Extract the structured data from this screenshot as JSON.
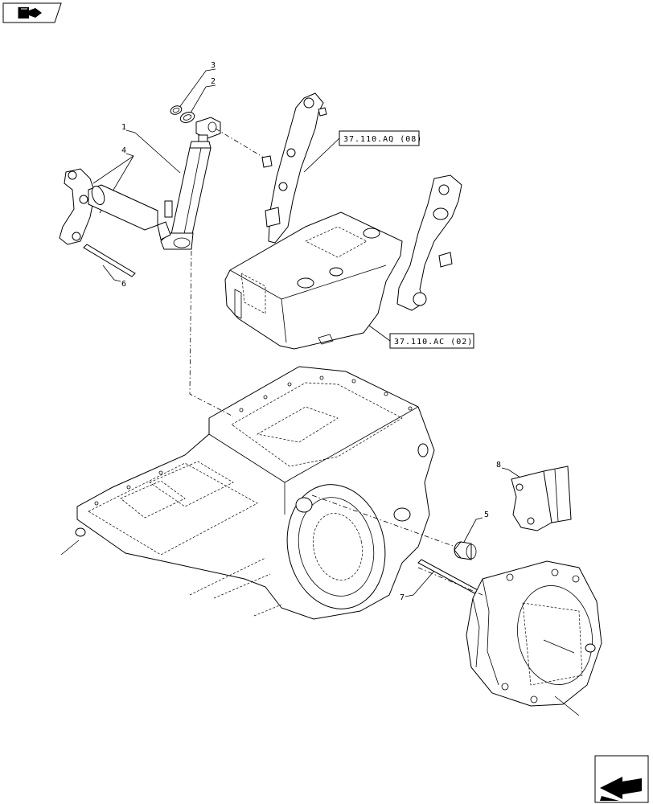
{
  "diagram": {
    "callouts": [
      {
        "id": "c1",
        "text": "1"
      },
      {
        "id": "c2",
        "text": "2"
      },
      {
        "id": "c3",
        "text": "3"
      },
      {
        "id": "c4",
        "text": "4"
      },
      {
        "id": "c5",
        "text": "5"
      },
      {
        "id": "c6",
        "text": "6"
      },
      {
        "id": "c7",
        "text": "7"
      },
      {
        "id": "c8",
        "text": "8"
      }
    ],
    "references": [
      {
        "id": "r1",
        "text": "37.110.AQ (08)"
      },
      {
        "id": "r2",
        "text": "37.110.AC (02)"
      }
    ]
  },
  "icons": {
    "top_left": "book-arrow-icon",
    "bottom_right": "page-arrow-icon"
  }
}
